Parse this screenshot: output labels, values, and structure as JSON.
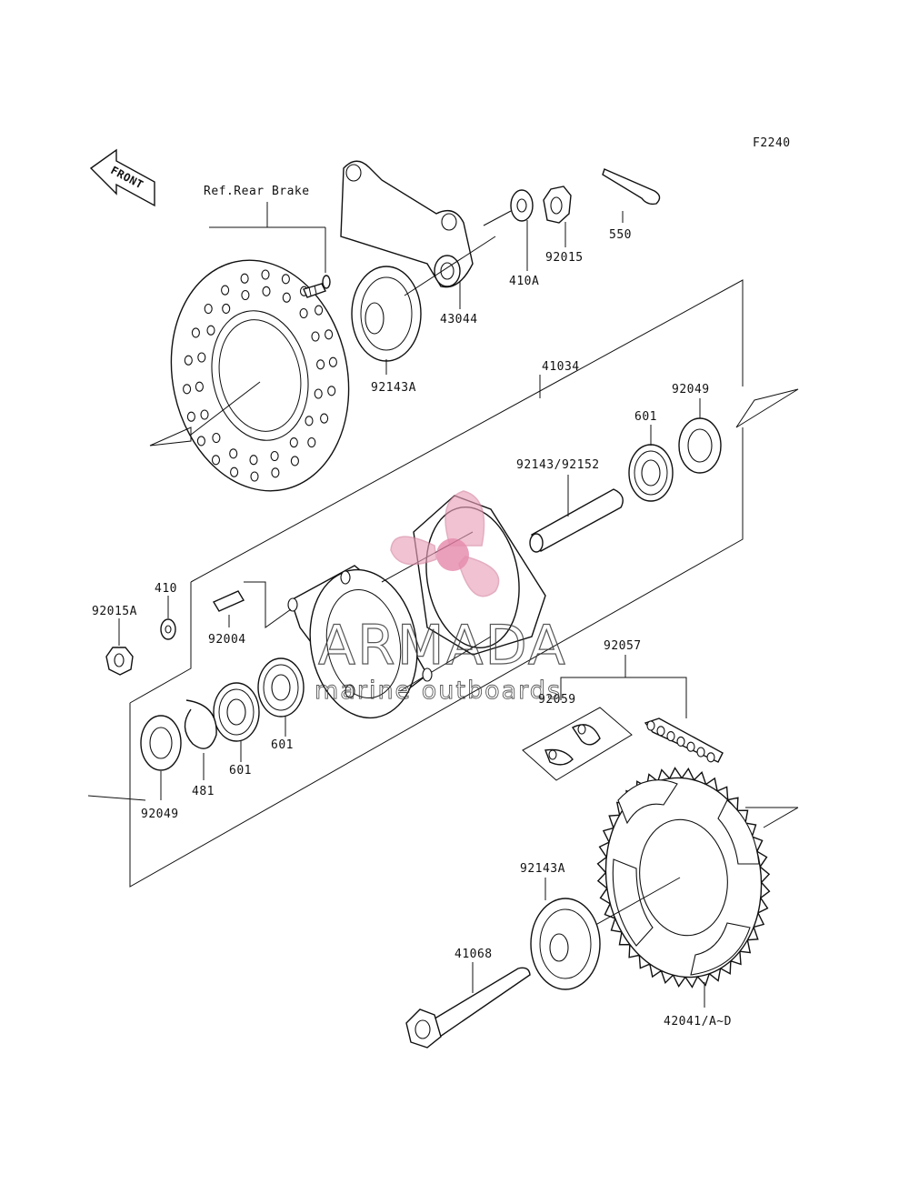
{
  "diagram": {
    "figure_code": "F2240",
    "front_marker": "FRONT",
    "reference_label": "Ref.Rear Brake",
    "parts": {
      "p550": "550",
      "p92015": "92015",
      "p410A": "410A",
      "p43044": "43044",
      "p92143A_top": "92143A",
      "p41034": "41034",
      "p92049_right": "92049",
      "p601_right": "601",
      "p92143_92152": "92143/92152",
      "p410": "410",
      "p92015A": "92015A",
      "p92004": "92004",
      "p92057": "92057",
      "p92059": "92059",
      "p601_left_a": "601",
      "p601_left_b": "601",
      "p481": "481",
      "p92049_left": "92049",
      "p92143A_bottom": "92143A",
      "p41068": "41068",
      "p42041": "42041/A~D"
    }
  },
  "watermark": {
    "brand": "ARMADA",
    "tagline": "marine outboards",
    "accent_color": "#e8a0b8"
  }
}
